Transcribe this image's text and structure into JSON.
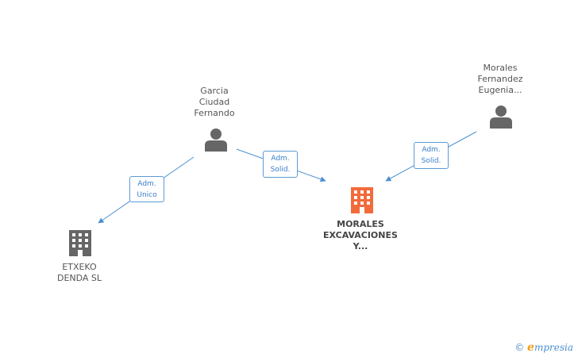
{
  "nodes": {
    "garcia": {
      "label": "Garcia\nCiudad\nFernando",
      "type": "person"
    },
    "morales_fernandez": {
      "label": "Morales\nFernandez\nEugenia...",
      "type": "person"
    },
    "etxeko": {
      "label": "ETXEKO\nDENDA SL",
      "type": "company"
    },
    "morales_exc": {
      "label": "MORALES\nEXCAVACIONES\nY...",
      "type": "company-main"
    }
  },
  "edges": [
    {
      "from": "garcia",
      "to": "etxeko",
      "label": "Adm.\nUnico"
    },
    {
      "from": "garcia",
      "to": "morales_exc",
      "label": "Adm.\nSolid."
    },
    {
      "from": "morales_fernandez",
      "to": "morales_exc",
      "label": "Adm.\nSolid."
    }
  ],
  "footer": {
    "copyright": "©",
    "brand_e": "e",
    "brand_rest": "mpresia"
  },
  "colors": {
    "person": "#666666",
    "company": "#666666",
    "company_main": "#f26b3a",
    "edge": "#4a8fd0"
  }
}
